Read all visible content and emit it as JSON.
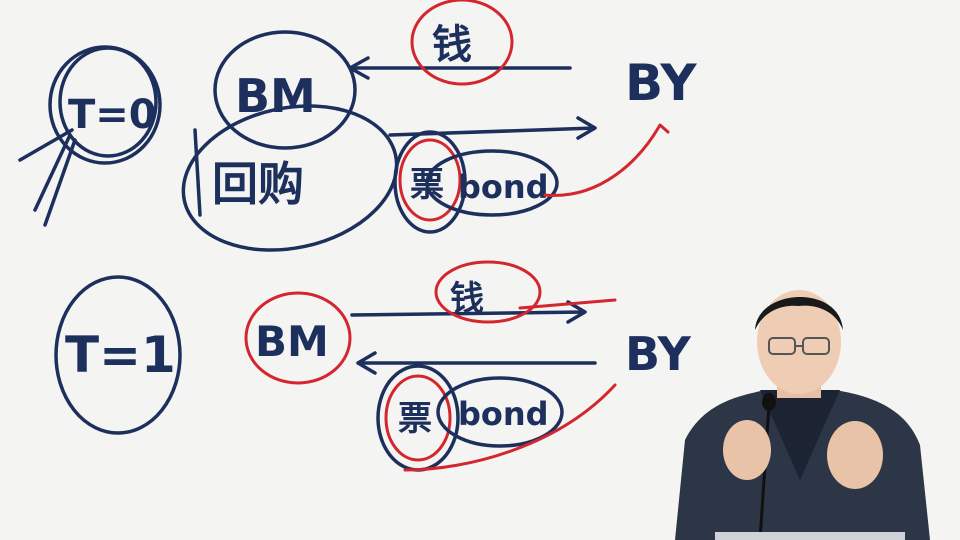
{
  "whiteboard": {
    "row1": {
      "time_label": "T=0",
      "left_party": "BM",
      "right_party": "BY",
      "top_flow": "钱",
      "bottom_flow_prefix": "票",
      "bottom_flow_word": "bond",
      "left_note": "回购"
    },
    "row2": {
      "time_label": "T=1",
      "left_party": "BM",
      "right_party": "BY",
      "top_flow": "钱",
      "bottom_flow_prefix": "票",
      "bottom_flow_word": "bond"
    }
  },
  "colors": {
    "board": "#f4f4f2",
    "blue_ink": "#1d2f5c",
    "red_ink": "#d3262e",
    "suit": "#2c3646",
    "shirt": "#1c2433"
  }
}
